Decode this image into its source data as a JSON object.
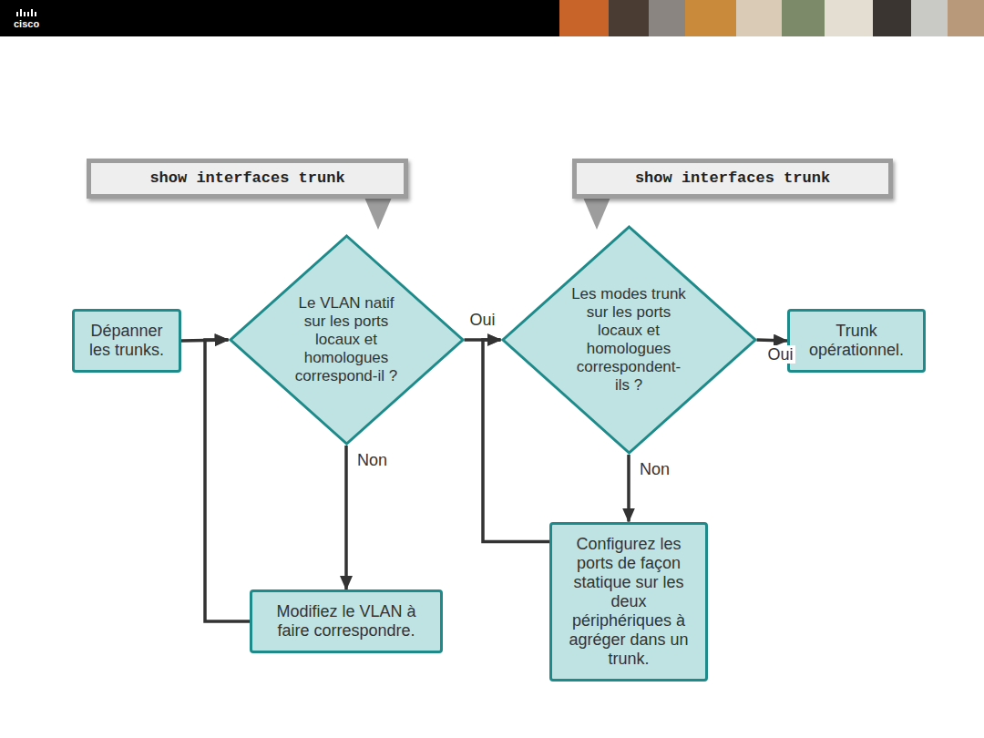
{
  "diagram": {
    "nodes": [
      {
        "text": [
          "show interfaces trunk"
        ]
      },
      {
        "text": [
          "show interfaces trunk"
        ]
      },
      {
        "text": [
          "Dépanner les trunks."
        ]
      },
      {
        "text": [
          "Le VLAN natif sur les ports locaux et homologues correspond-il ?"
        ]
      },
      {
        "text": [
          "Les modes trunk sur les ports locaux et homologues correspondent-ils ?"
        ]
      },
      {
        "text": [
          "Trunk opérationnel."
        ]
      },
      {
        "text": [
          "Modifiez le VLAN à faire correspondre."
        ]
      },
      {
        "text": [
          "Configurez les ports de façon statique sur les deux périphériques à agréger dans un trunk."
        ]
      }
    ],
    "edges": [
      {
        "from": 2,
        "to": 3,
        "arrow": "to"
      },
      {
        "from": 3,
        "to": 4,
        "label": "Oui",
        "arrow": "to"
      },
      {
        "from": 4,
        "to": 5,
        "label": "Oui",
        "arrow": "to"
      },
      {
        "from": 3,
        "to": 6,
        "label": "Non",
        "arrow": "to"
      },
      {
        "from": 6,
        "to": 3,
        "arrow": "to"
      },
      {
        "from": 4,
        "to": 7,
        "label": "Non",
        "arrow": "to"
      },
      {
        "from": 7,
        "to": 4,
        "arrow": "to"
      }
    ],
    "labels": [
      "cisco"
    ]
  }
}
